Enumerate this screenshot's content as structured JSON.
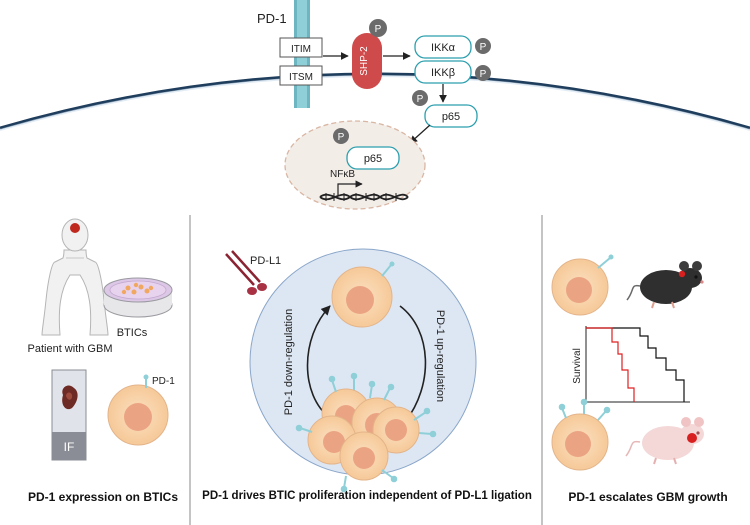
{
  "pathway": {
    "receptor_label": "PD-1",
    "itim_label": "ITIM",
    "itsm_label": "ITSM",
    "shp2_label": "SHP-2",
    "phospho_label": "P",
    "ikka_label": "IKKα",
    "ikkb_label": "IKKβ",
    "p65_cyto_label": "p65",
    "p65_nuc_label": "p65",
    "nfkb_label": "NFκB"
  },
  "left_panel": {
    "patient_label": "Patient with GBM",
    "dish_label": "BTICs",
    "if_label": "IF",
    "cell_receptor_label": "PD-1",
    "title": "PD-1 expression on BTICs"
  },
  "middle_panel": {
    "ligand_label": "PD-L1",
    "down_label": "PD-1 down-regulation",
    "up_label": "PD-1 up-regulation",
    "title": "PD-1 drives BTIC proliferation independent of PD-L1 ligation"
  },
  "right_panel": {
    "survival_label": "Survival",
    "title": "PD-1 escalates GBM growth"
  },
  "colors": {
    "cell_fill": "#f8d2aa",
    "cell_stroke": "#e3b48a",
    "nucleus_fill": "#eba483",
    "membrane": "#1f3d5c",
    "receptor": "#8fd0d8",
    "shp2": "#cf4a4a",
    "phospho": "#6b6b6b",
    "teal_box": "#2c9fae",
    "circle_bg": "#dde7f4",
    "red_curve": "#e02020"
  }
}
